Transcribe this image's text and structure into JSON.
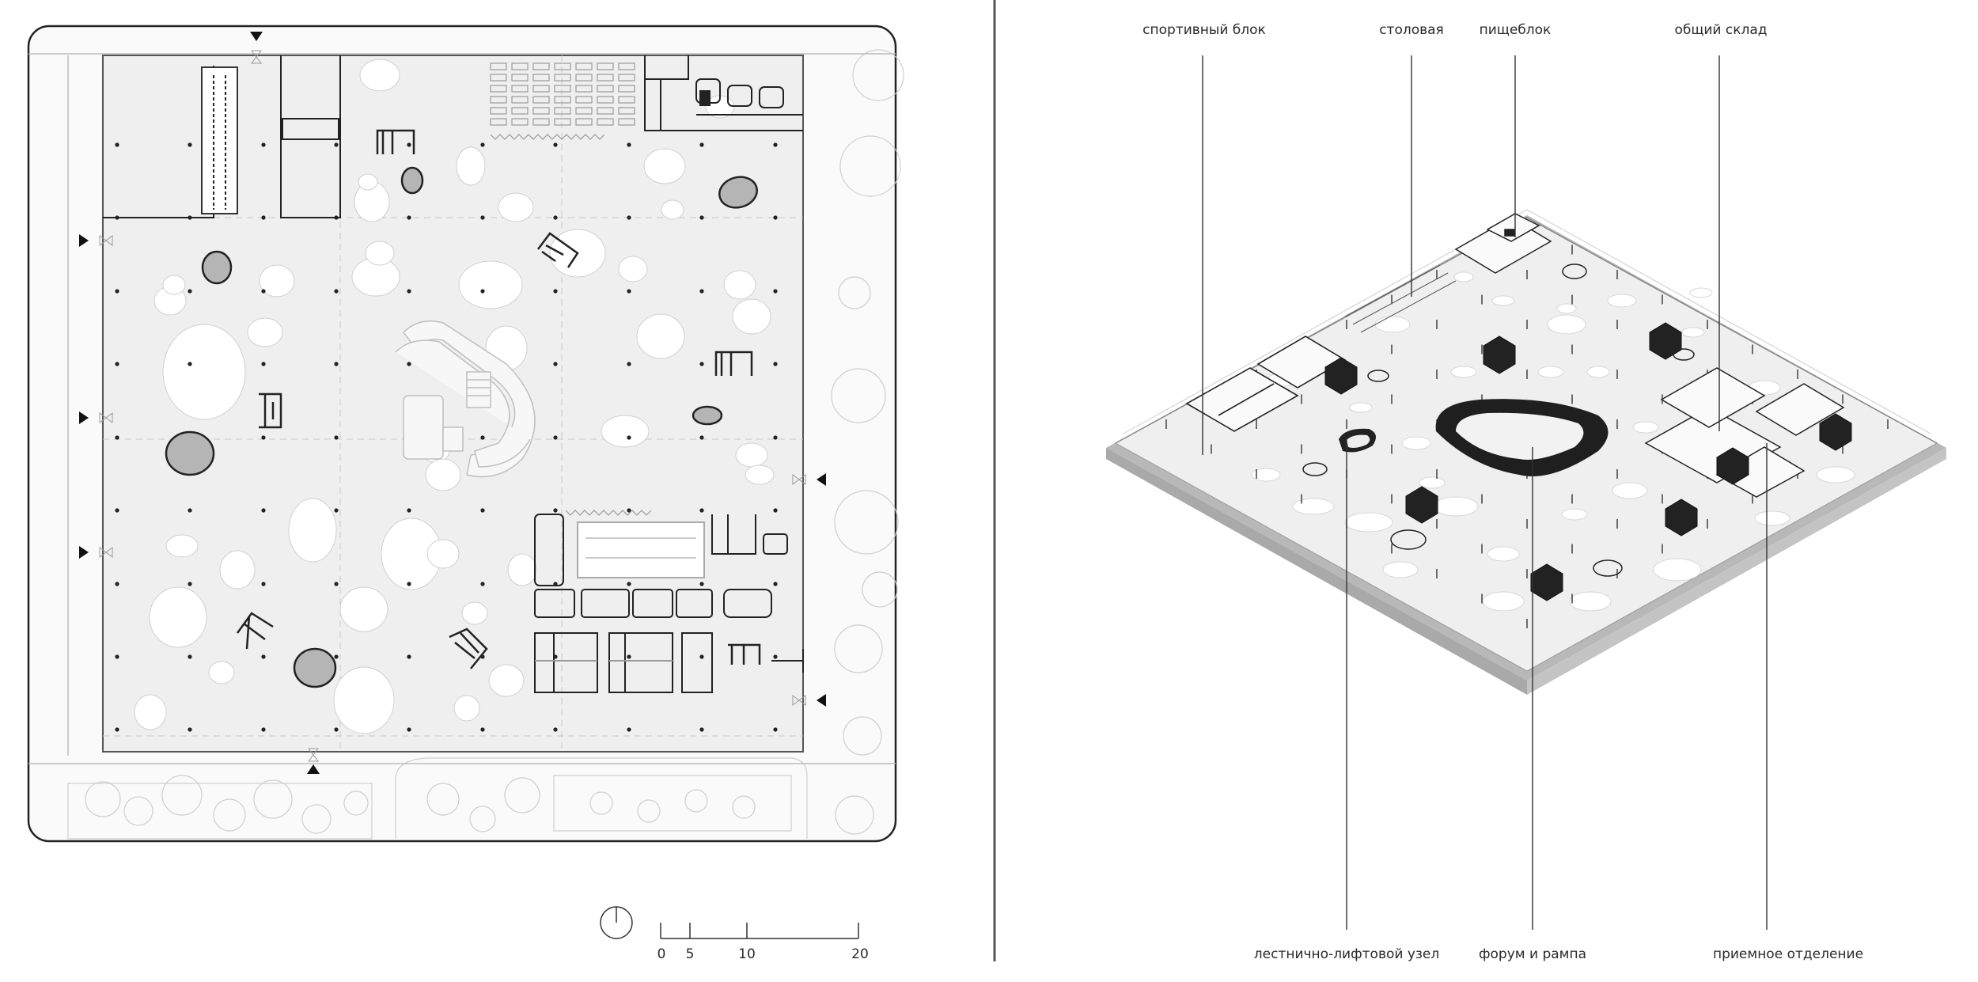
{
  "labels": {
    "top": [
      "спортивный блок",
      "столовая",
      "пищеблок",
      "общий склад"
    ],
    "bottom": [
      "лестнично-лифтовой узел",
      "форум и рампа",
      "приемное отделение"
    ]
  },
  "scale_bar": {
    "ticks": [
      "0",
      "5",
      "10",
      "20"
    ]
  },
  "colors": {
    "floor": "#efefef",
    "line": "#222222",
    "void": "#ffffff",
    "shaft": "#b5b5b5",
    "landscape": "#dddddd",
    "slab_edge": "#b8b8b8"
  }
}
